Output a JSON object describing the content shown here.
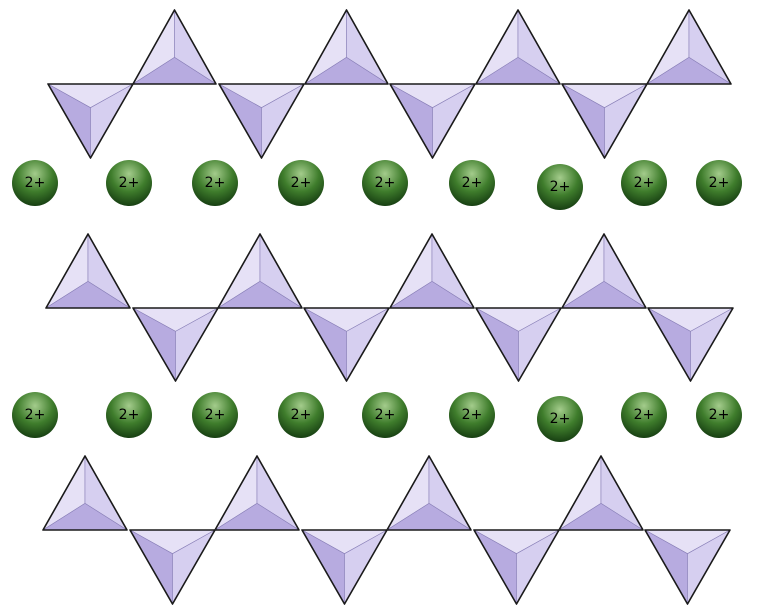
{
  "diagram": {
    "ion_label": "2+",
    "tetrahedron_chain_count": 3,
    "ion_row_count": 2,
    "ions_per_row": 9
  },
  "colors": {
    "background": "#ffffff",
    "tetra_light": "#e6e1f6",
    "tetra_mid": "#d6cff0",
    "tetra_dark": "#b7abe0",
    "tetra_edge": "#1a1a1a",
    "ion_top": "#a4cc8c",
    "ion_mid": "#3f7d2c",
    "ion_bottom": "#173f12"
  }
}
